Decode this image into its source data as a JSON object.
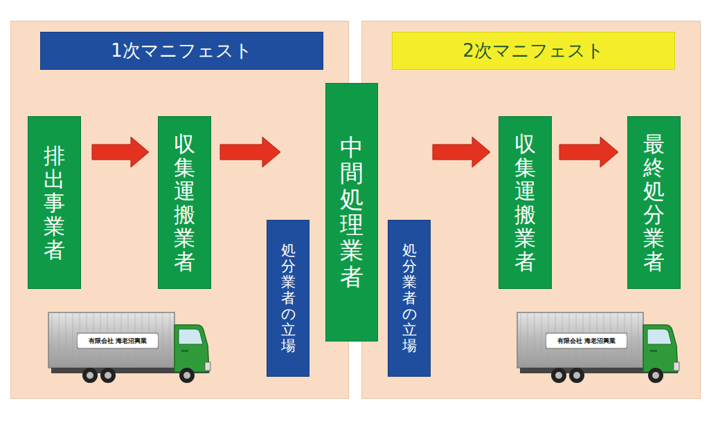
{
  "diagram": {
    "nodes": [
      {
        "text": [
          "1次マニフェスト"
        ]
      },
      {
        "text": [
          "排出事業者"
        ]
      },
      {
        "text": [
          "収集運搬業者"
        ]
      },
      {
        "text": [
          "処分業者の立場"
        ]
      },
      {
        "text": [
          "中間処理業者"
        ]
      },
      {
        "text": [
          "処分業者の立場"
        ]
      },
      {
        "text": [
          "2次マニフェスト"
        ]
      },
      {
        "text": [
          "収集運搬業者"
        ]
      },
      {
        "text": [
          "最終処分業者"
        ]
      }
    ],
    "edges": [
      {
        "from": 1,
        "to": 2,
        "arrow": "to"
      },
      {
        "from": 2,
        "to": 4,
        "arrow": "to"
      },
      {
        "from": 4,
        "to": 7,
        "arrow": "to"
      },
      {
        "from": 7,
        "to": 8,
        "arrow": "to"
      }
    ],
    "labels": [
      "有限会社 海老沼興業",
      "有限会社 海老沼興業"
    ]
  }
}
